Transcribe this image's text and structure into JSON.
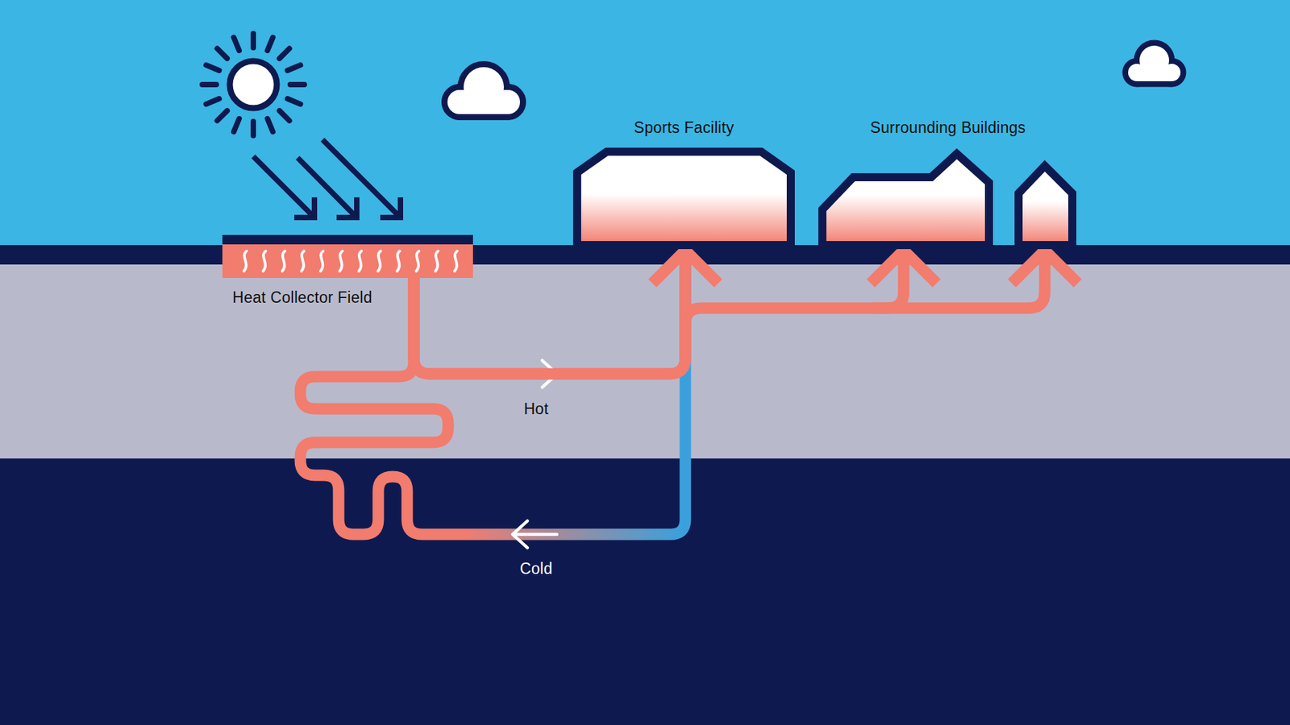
{
  "diagram": {
    "nodes": [
      {
        "text": [
          "Heat Collector Field"
        ]
      },
      {
        "text": [
          "Sports Facility"
        ]
      },
      {
        "text": [
          "Surrounding Buildings"
        ]
      }
    ],
    "edges": [
      {
        "from": 0,
        "to": 1,
        "label": "Hot",
        "arrow": "to"
      },
      {
        "from": 0,
        "to": 2,
        "arrow": "to"
      },
      {
        "from": 1,
        "to": 0,
        "label": "Cold",
        "arrow": "to"
      }
    ]
  }
}
